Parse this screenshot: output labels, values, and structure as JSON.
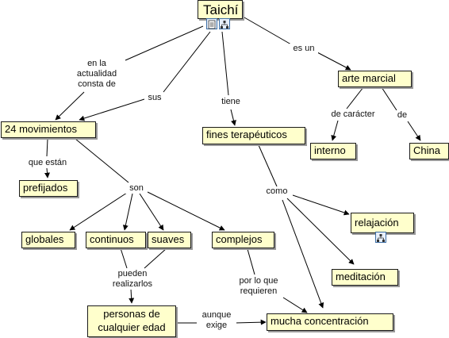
{
  "nodes": {
    "taichi": "Taichí",
    "movimientos": "24 movimientos",
    "prefijados": "prefijados",
    "globales": "globales",
    "continuos": "continuos",
    "suaves": "suaves",
    "complejos": "complejos",
    "personas_l1": "personas de",
    "personas_l2": "cualquier edad",
    "fines": "fines terapéuticos",
    "arte": "arte marcial",
    "interno": "interno",
    "china": "China",
    "relajacion": "relajación",
    "meditacion": "meditación",
    "concentracion": "mucha concentración"
  },
  "links": {
    "actualidad_1": "en la",
    "actualidad_2": "actualidad",
    "actualidad_3": "consta de",
    "sus": "sus",
    "tiene": "tiene",
    "es_un": "es un",
    "que_estan": "que están",
    "son": "son",
    "de_caracter": "de carácter",
    "de": "de",
    "como": "como",
    "pueden_1": "pueden",
    "pueden_2": "realizarlos",
    "por_lo_que_1": "por lo que",
    "por_lo_que_2": "requieren",
    "aunque_1": "aunque",
    "aunque_2": "exige"
  },
  "icons": {
    "taichi_doc": "document-icon",
    "taichi_map": "concept-map-icon",
    "relajacion_map": "concept-map-icon"
  },
  "colors": {
    "node_fill": "#ffffcc",
    "node_border": "#1a1a1a",
    "connector": "#000000"
  }
}
